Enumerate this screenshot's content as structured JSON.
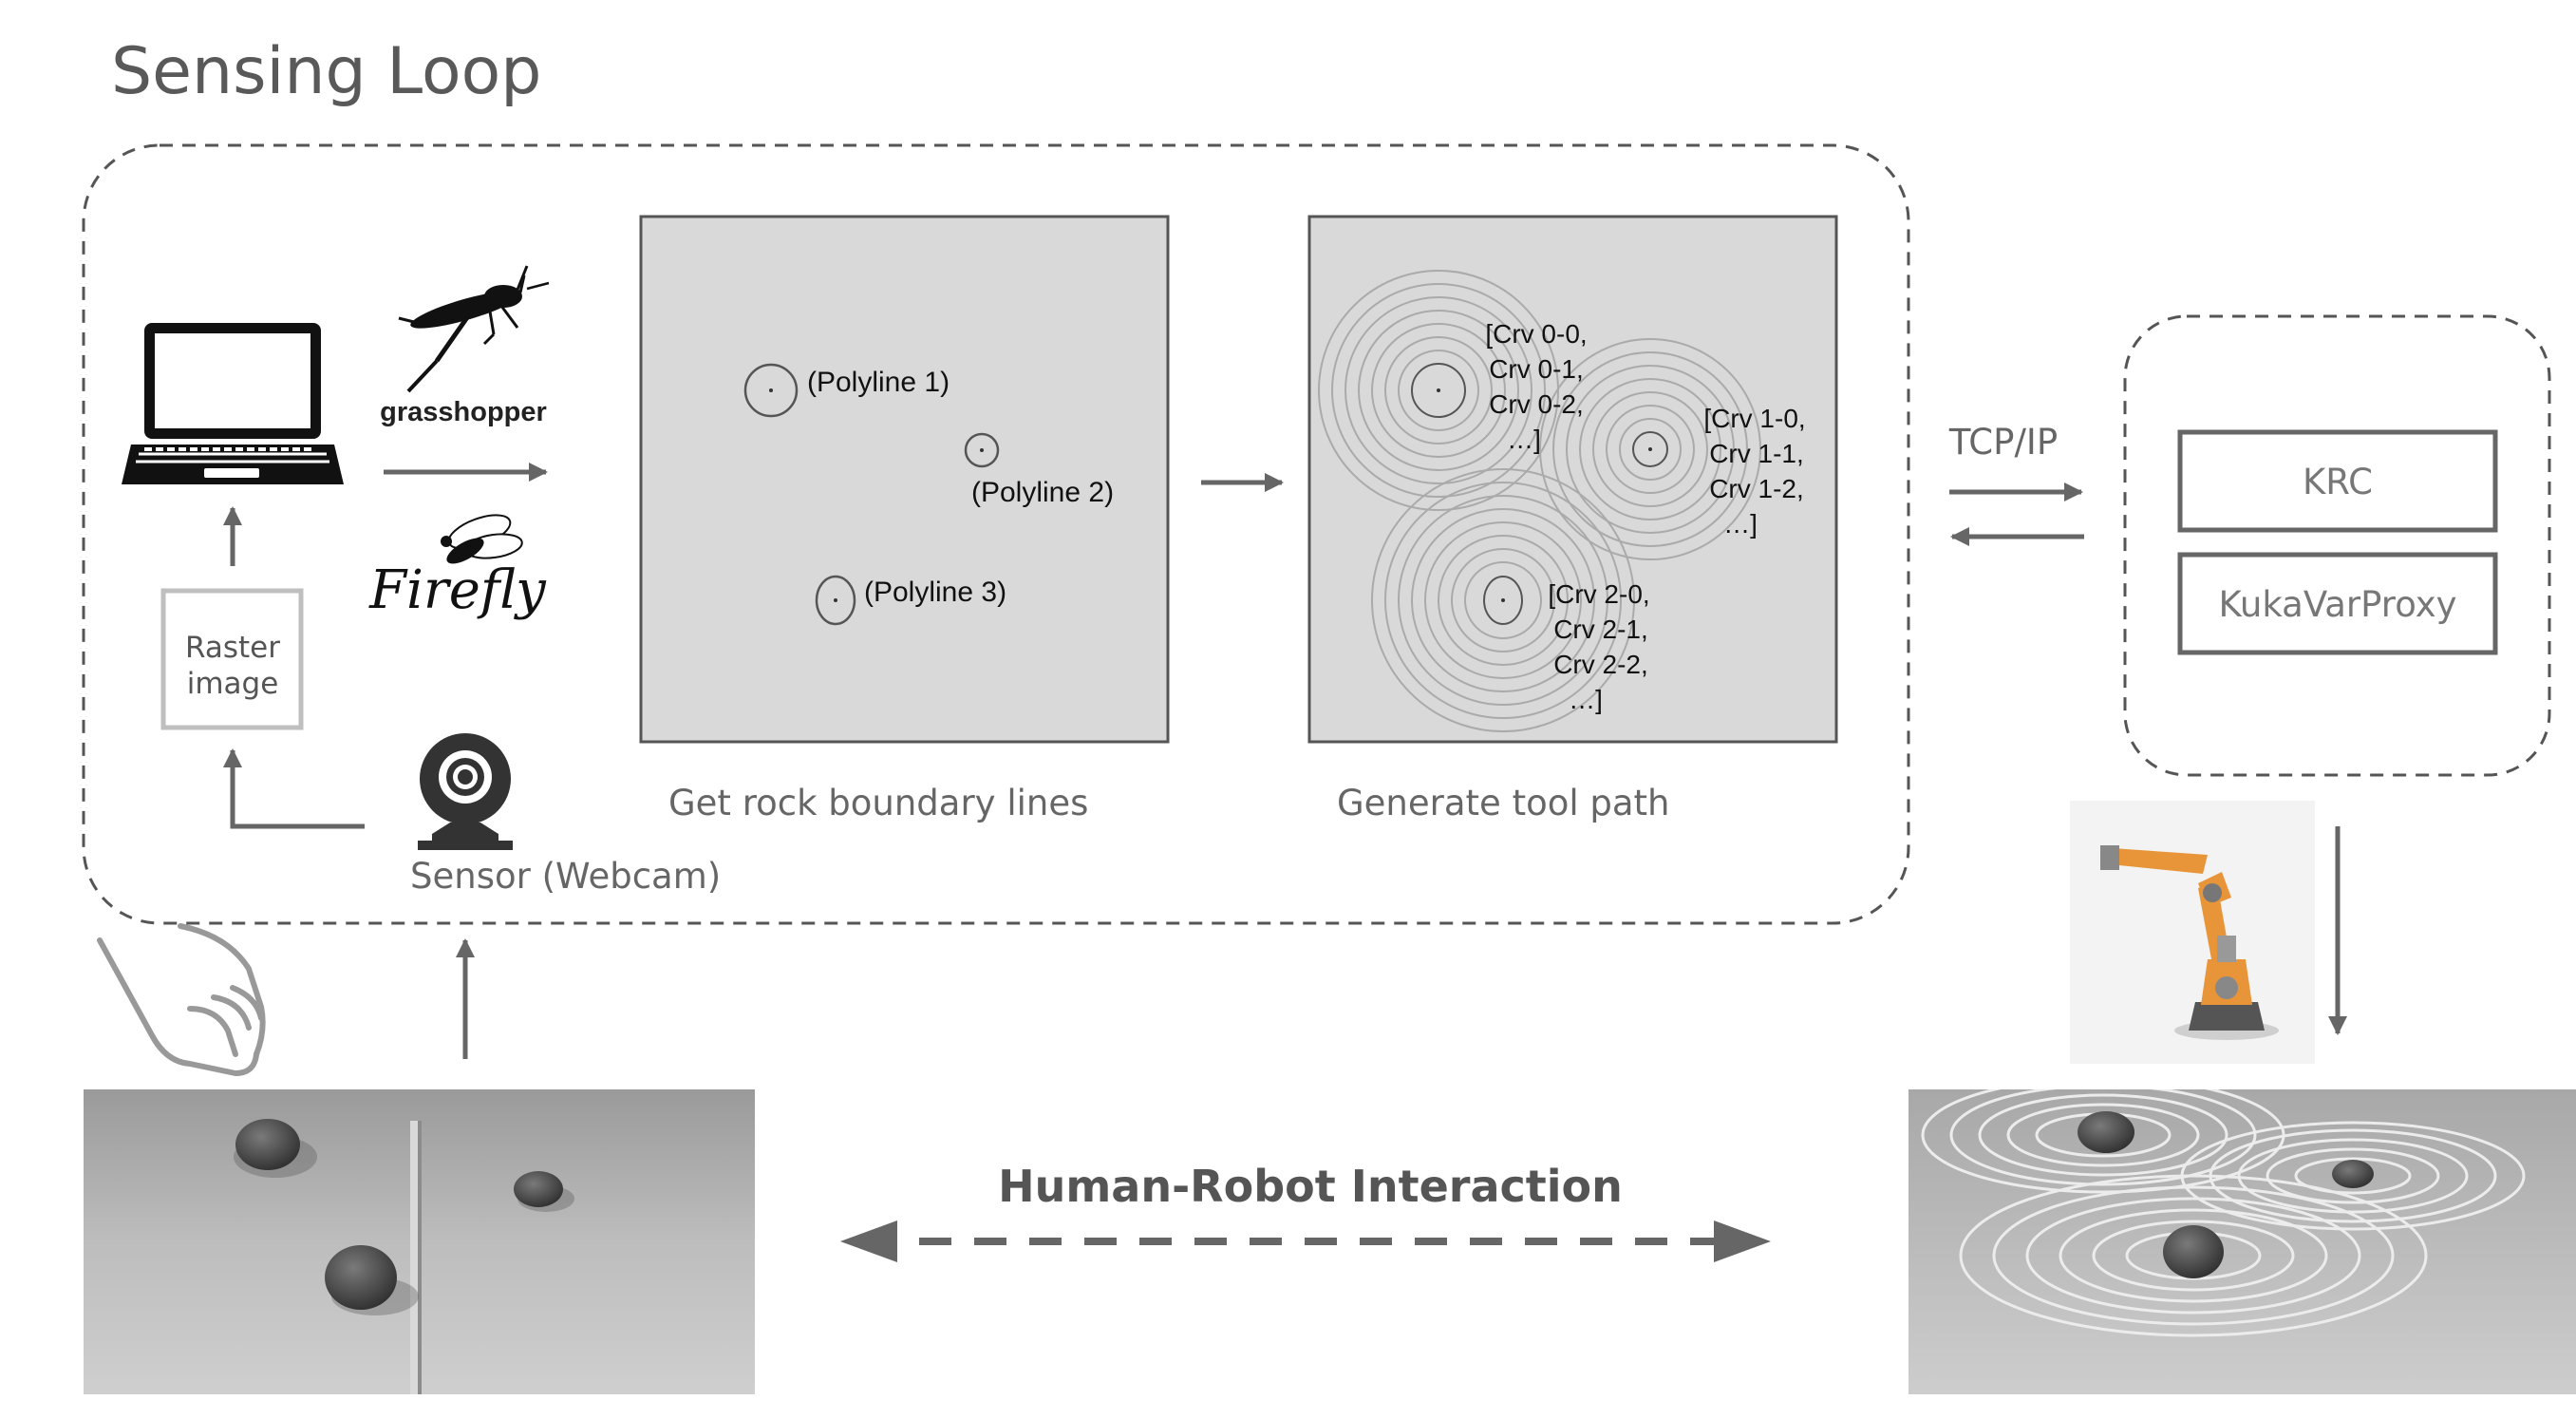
{
  "title": "Sensing Loop",
  "labels": {
    "raster_image_line1": "Raster",
    "raster_image_line2": "image",
    "sensor": "Sensor (Webcam)",
    "get_rock_boundary": "Get rock boundary lines",
    "generate_tool_path": "Generate tool path",
    "tcp_ip": "TCP/IP",
    "krc": "KRC",
    "kukavarproxy": "KukaVarProxy",
    "human_robot_interaction": "Human-Robot Interaction"
  },
  "logos": {
    "grasshopper": "grasshopper",
    "firefly": "Firefly"
  },
  "polylines": [
    "(Polyline 1)",
    "(Polyline 2)",
    "(Polyline 3)"
  ],
  "curves": [
    [
      "[Crv 0-0,",
      "Crv 0-1,",
      "Crv 0-2,",
      "…]"
    ],
    [
      "[Crv 1-0,",
      "Crv 1-1,",
      "Crv 1-2,",
      "…]"
    ],
    [
      "[Crv 2-0,",
      "Crv 2-1,",
      "Crv 2-2,",
      "…]"
    ]
  ],
  "icons": {
    "laptop": "laptop-icon",
    "webcam": "webcam-icon",
    "hand": "hand-icon",
    "grasshopper": "grasshopper-icon",
    "firefly": "firefly-icon",
    "robot": "robot-arm-icon"
  },
  "colors": {
    "arrow": "#666666",
    "dashed_border": "#555555",
    "panel_fill": "#d9d9d9",
    "label_text": "#666666",
    "robot_orange": "#e8953a"
  }
}
